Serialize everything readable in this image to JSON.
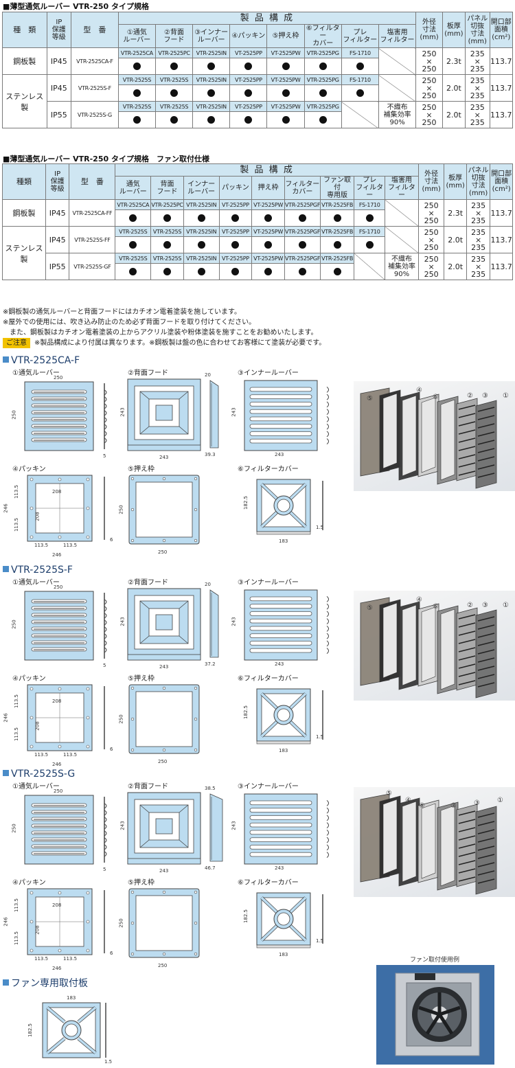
{
  "table1": {
    "title": "■薄型通気ルーバー VTR-250 タイプ規格",
    "headers": {
      "type": "種　類",
      "ip": "IP\n保護\n等級",
      "model": "型　番",
      "composition": "製 品 構 成",
      "outer": "外径\n寸法\n(mm)",
      "thickness": "板厚\n(mm)",
      "panel": "パネル\n切抜\n寸法\n(mm)",
      "opening": "開口部\n面積\n(cm²)"
    },
    "parts": [
      "①通気\nルーバー",
      "②背面\nフード",
      "③インナー\nルーバー",
      "④パッキン",
      "⑤押え枠",
      "⑥フィルター\nカバー",
      "プレ\nフィルター",
      "塩害用\nフィルター"
    ],
    "type_steel": "鋼板製",
    "type_stainless": "ステンレス製",
    "rows": [
      {
        "ip": "IP45",
        "model": "VTR-2525CA-F",
        "codes": [
          "VTR-2525CA",
          "VTR-2525PC",
          "VTR-2525IN",
          "VT-2525PP",
          "VT-2525PW",
          "VTR-2525PG",
          "FS-1710",
          ""
        ],
        "outer": "250\n×\n250",
        "thickness": "2.3t",
        "panel": "235\n×\n235",
        "opening": "113.7",
        "note": ""
      },
      {
        "ip": "IP45",
        "model": "VTR-2525S-F",
        "codes": [
          "VTR-2525S",
          "VTR-2525S",
          "VTR-2525IN",
          "VT-2525PP",
          "VT-2525PW",
          "VTR-2525PG",
          "FS-1710",
          ""
        ],
        "outer": "250\n×\n250",
        "thickness": "2.0t",
        "panel": "235\n×\n235",
        "opening": "113.7",
        "note": ""
      },
      {
        "ip": "IP55",
        "model": "VTR-2525S-G",
        "codes": [
          "VTR-2525S",
          "VTR-2525S",
          "VTR-2525IN",
          "VT-2525PP",
          "VT-2525PW",
          "VTR-2525PG",
          "",
          ""
        ],
        "outer": "250\n×\n250",
        "thickness": "2.0t",
        "panel": "235\n×\n235",
        "opening": "113.7",
        "note": "不織布\n補集効率\n90%"
      }
    ]
  },
  "table2": {
    "title": "■薄型通気ルーバー VTR-250 タイプ規格　ファン取付仕様",
    "headers": {
      "type": "種類",
      "ip": "IP\n保護\n等級",
      "model": "型　番",
      "composition": "製 品 構 成",
      "outer": "外径\n寸法\n(mm)",
      "thickness": "板厚\n(mm)",
      "panel": "パネル\n切抜\n寸法\n(mm)",
      "opening": "開口部\n面積\n(cm²)"
    },
    "parts": [
      "通気\nルーバー",
      "背面\nフード",
      "インナー\nルーバー",
      "パッキン",
      "押え枠",
      "フィルター\nカバー",
      "ファン取付\n専用版",
      "プレ\nフィルター",
      "塩害用\nフィルター"
    ],
    "type_steel": "鋼板製",
    "type_stainless": "ステンレス製",
    "rows": [
      {
        "ip": "IP45",
        "model": "VTR-2525CA-FF",
        "codes": [
          "VTR-2525CA",
          "VTR-2525PC",
          "VTR-2525IN",
          "VT-2525PP",
          "VT-2525PW",
          "VTR-2525PGF",
          "VTR-2525FB",
          "FS-1710",
          ""
        ],
        "outer": "250\n×\n250",
        "thickness": "2.3t",
        "panel": "235\n×\n235",
        "opening": "113.7",
        "note": ""
      },
      {
        "ip": "IP45",
        "model": "VTR-2525S-FF",
        "codes": [
          "VTR-2525S",
          "VTR-2525S",
          "VTR-2525IN",
          "VT-2525PP",
          "VT-2525PW",
          "VTR-2525PGF",
          "VTR-2525FB",
          "FS-1710",
          ""
        ],
        "outer": "250\n×\n250",
        "thickness": "2.0t",
        "panel": "235\n×\n235",
        "opening": "113.7",
        "note": ""
      },
      {
        "ip": "IP55",
        "model": "VTR-2525S-GF",
        "codes": [
          "VTR-2525S",
          "VTR-2525S",
          "VTR-2525IN",
          "VT-2525PP",
          "VT-2525PW",
          "VTR-2525PGF",
          "VTR-2525FB",
          "",
          ""
        ],
        "outer": "250\n×\n250",
        "thickness": "2.0t",
        "panel": "235\n×\n235",
        "opening": "113.7",
        "note": "不織布\n補集効率\n90%"
      }
    ]
  },
  "notes": {
    "line1": "※鋼板製の通気ルーバーと背面フードにはカチオン電着塗装を施しています。",
    "line2": "※屋外での使用には、吹き込み防止のため必ず背面フードを取り付けてください。",
    "line3": "　また、鋼板製はカチオン電着塗装の上からアクリル塗装や粉体塗装を施すことをお勧めいたします。",
    "caution_label": "ご注意",
    "caution_text": "※製品構成により付属は異なります。※鋼板製は盤の色に合わせてお客様にて塗装が必要です。"
  },
  "models": [
    {
      "title": "VTR-2525CA-F",
      "hood_depth": "39.3",
      "hood_top": "20"
    },
    {
      "title": "VTR-2525S-F",
      "hood_depth": "37.2",
      "hood_top": "20"
    },
    {
      "title": "VTR-2525S-G",
      "hood_depth": "46.7",
      "hood_top": "38.5"
    }
  ],
  "part_labels": {
    "louver": "①通気ルーバー",
    "hood": "②背面フード",
    "inner": "③インナールーバー",
    "packing": "④パッキン",
    "frame": "⑤押え枠",
    "filter": "⑥フィルターカバー"
  },
  "dims": {
    "d250": "250",
    "d243": "243",
    "d246": "246",
    "d208": "208",
    "d113_5": "113.5",
    "d182_5": "182.5",
    "d183": "183",
    "d1_5": "1.5",
    "d5": "5",
    "d6": "6"
  },
  "exploded_numbers": [
    "⑤",
    "④",
    "⑥",
    "②",
    "③",
    "①"
  ],
  "fan_plate": {
    "title": "ファン専用取付板",
    "w": "183",
    "h": "182.5",
    "t": "1.5"
  },
  "fan_photo_caption": "ファン取付使用例",
  "colors": {
    "header_bg": "#cfe6f2",
    "part_fill": "#bcdcf0",
    "accent": "#4a8cc8",
    "caution": "#f2c200"
  }
}
